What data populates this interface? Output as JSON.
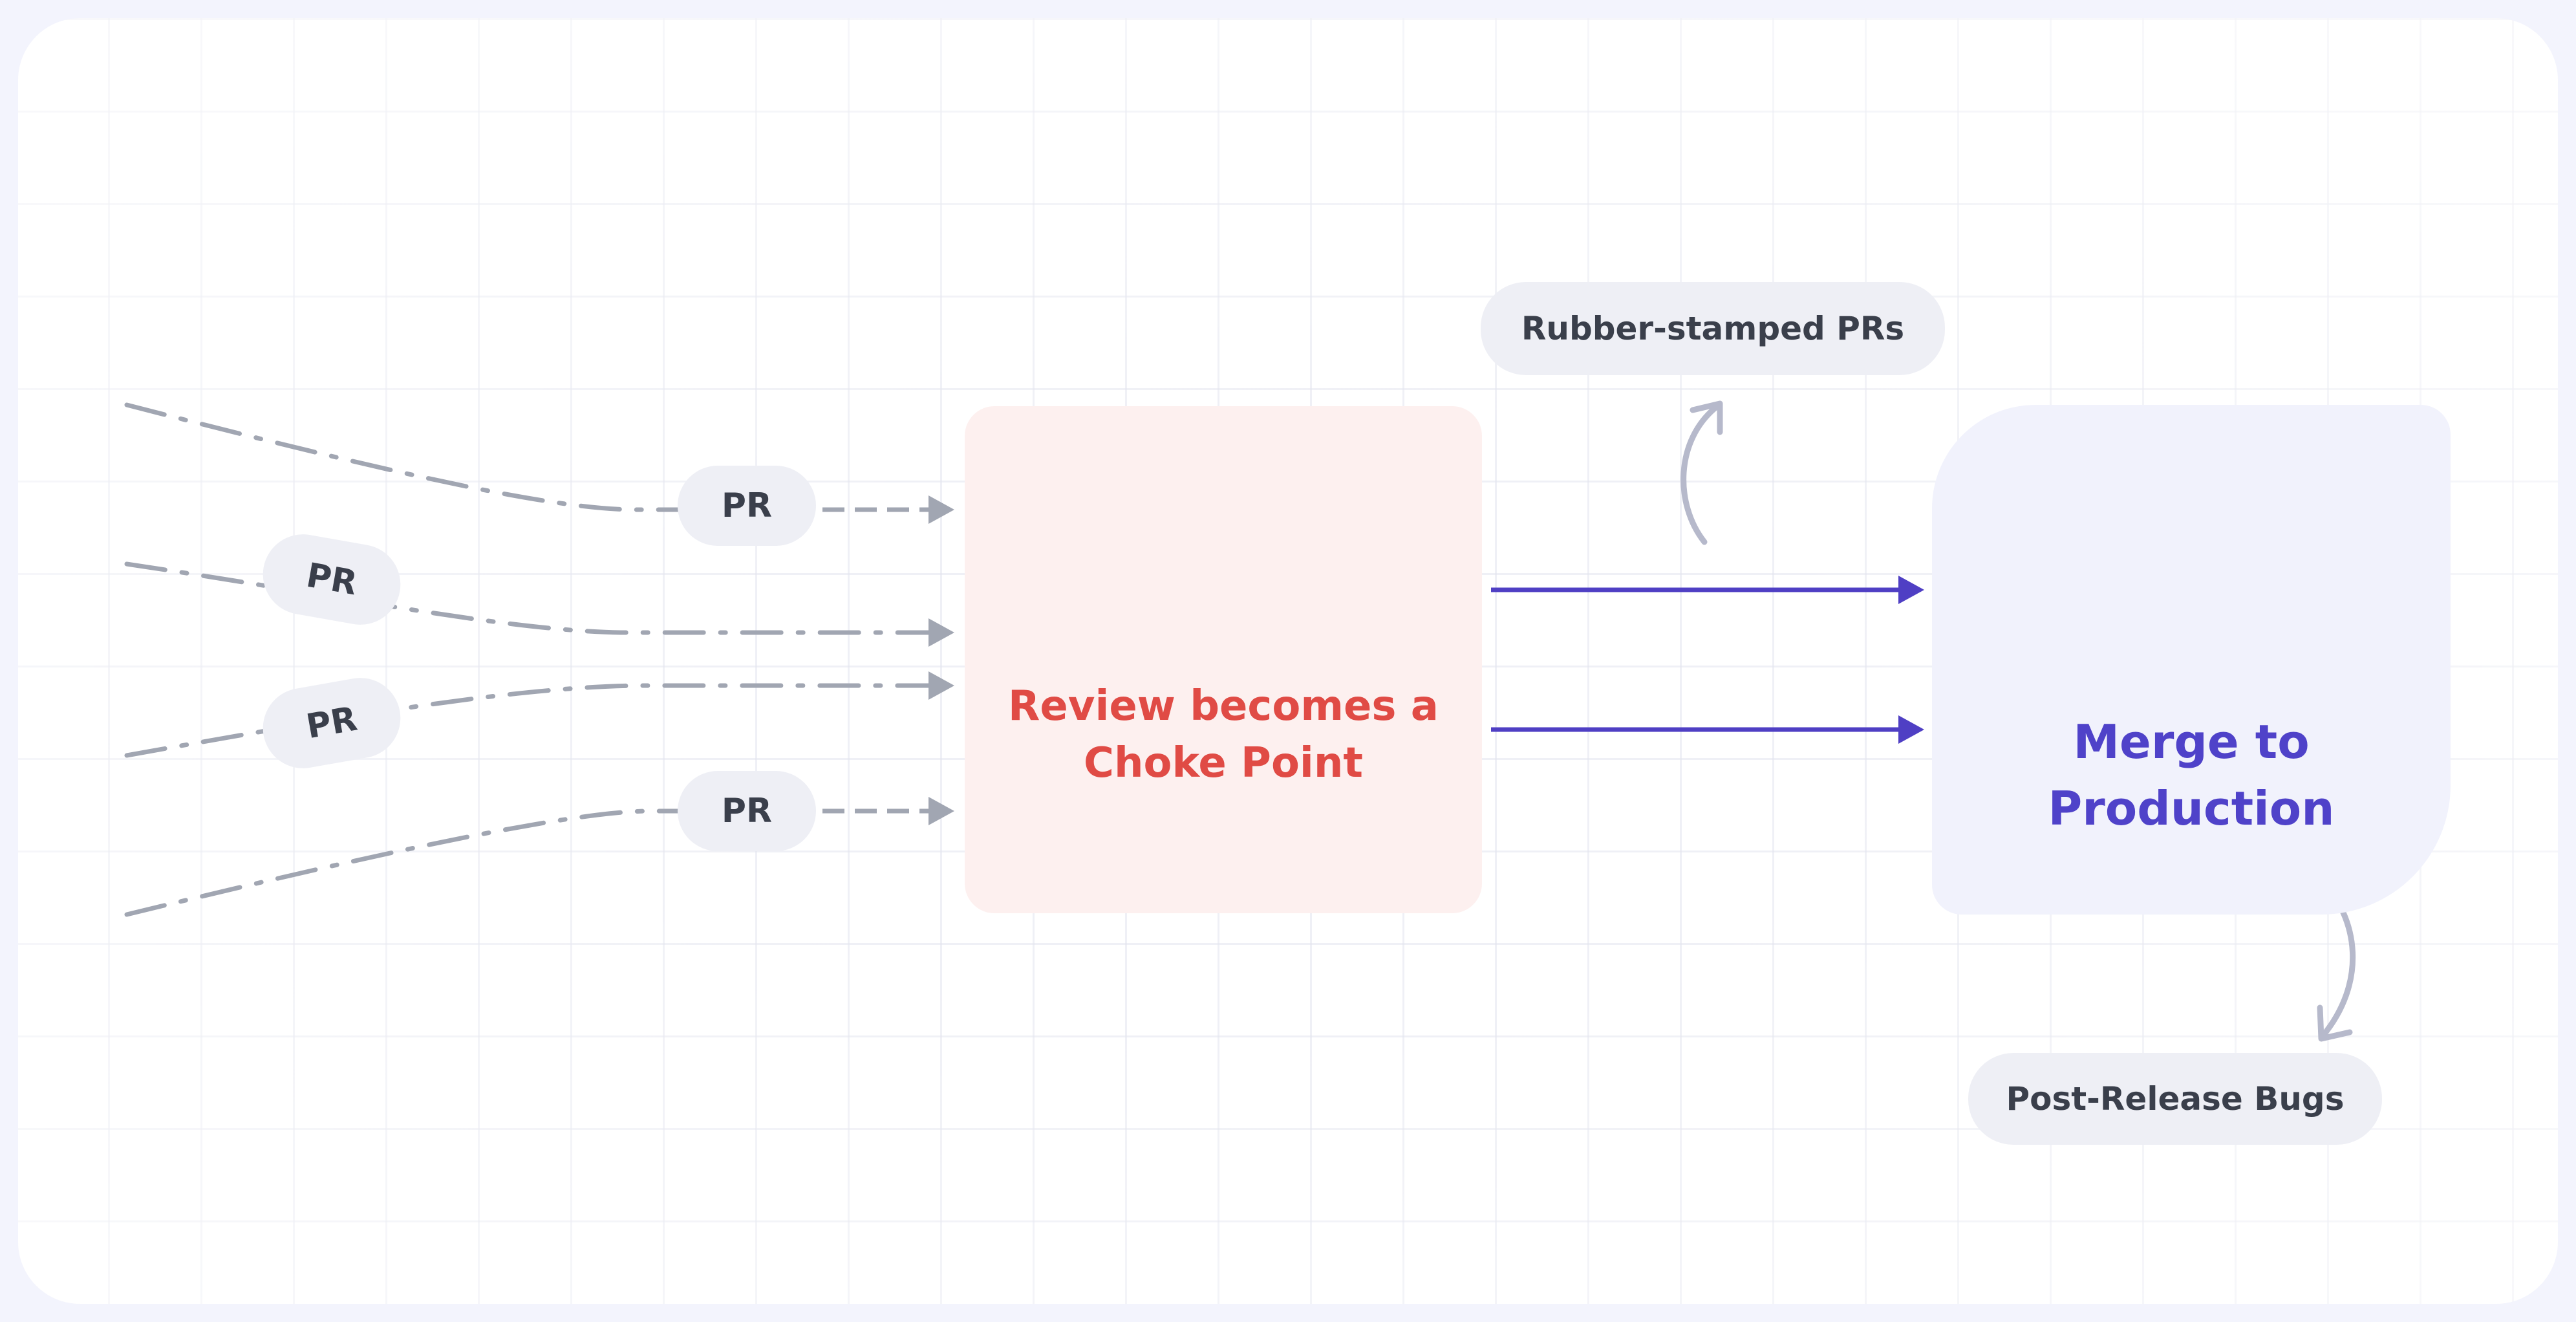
{
  "inputs": {
    "pr_labels": [
      "PR",
      "PR",
      "PR",
      "PR"
    ]
  },
  "review": {
    "icon": "hourglass-alert-icon",
    "title_line1": "Review becomes a",
    "title_line2": "Choke Point",
    "color": "#e04b45"
  },
  "merge": {
    "icon": "merge-server-icon",
    "title_line1": "Merge to",
    "title_line2": "Production",
    "color": "#4f42c9"
  },
  "outcomes": {
    "rubber_stamped": "Rubber-stamped PRs",
    "post_release": "Post-Release Bugs"
  },
  "colors": {
    "dashed_line": "#a1a6b2",
    "flow_arrow": "#4f3fc4",
    "curve_arrow": "#b6b9cb"
  }
}
